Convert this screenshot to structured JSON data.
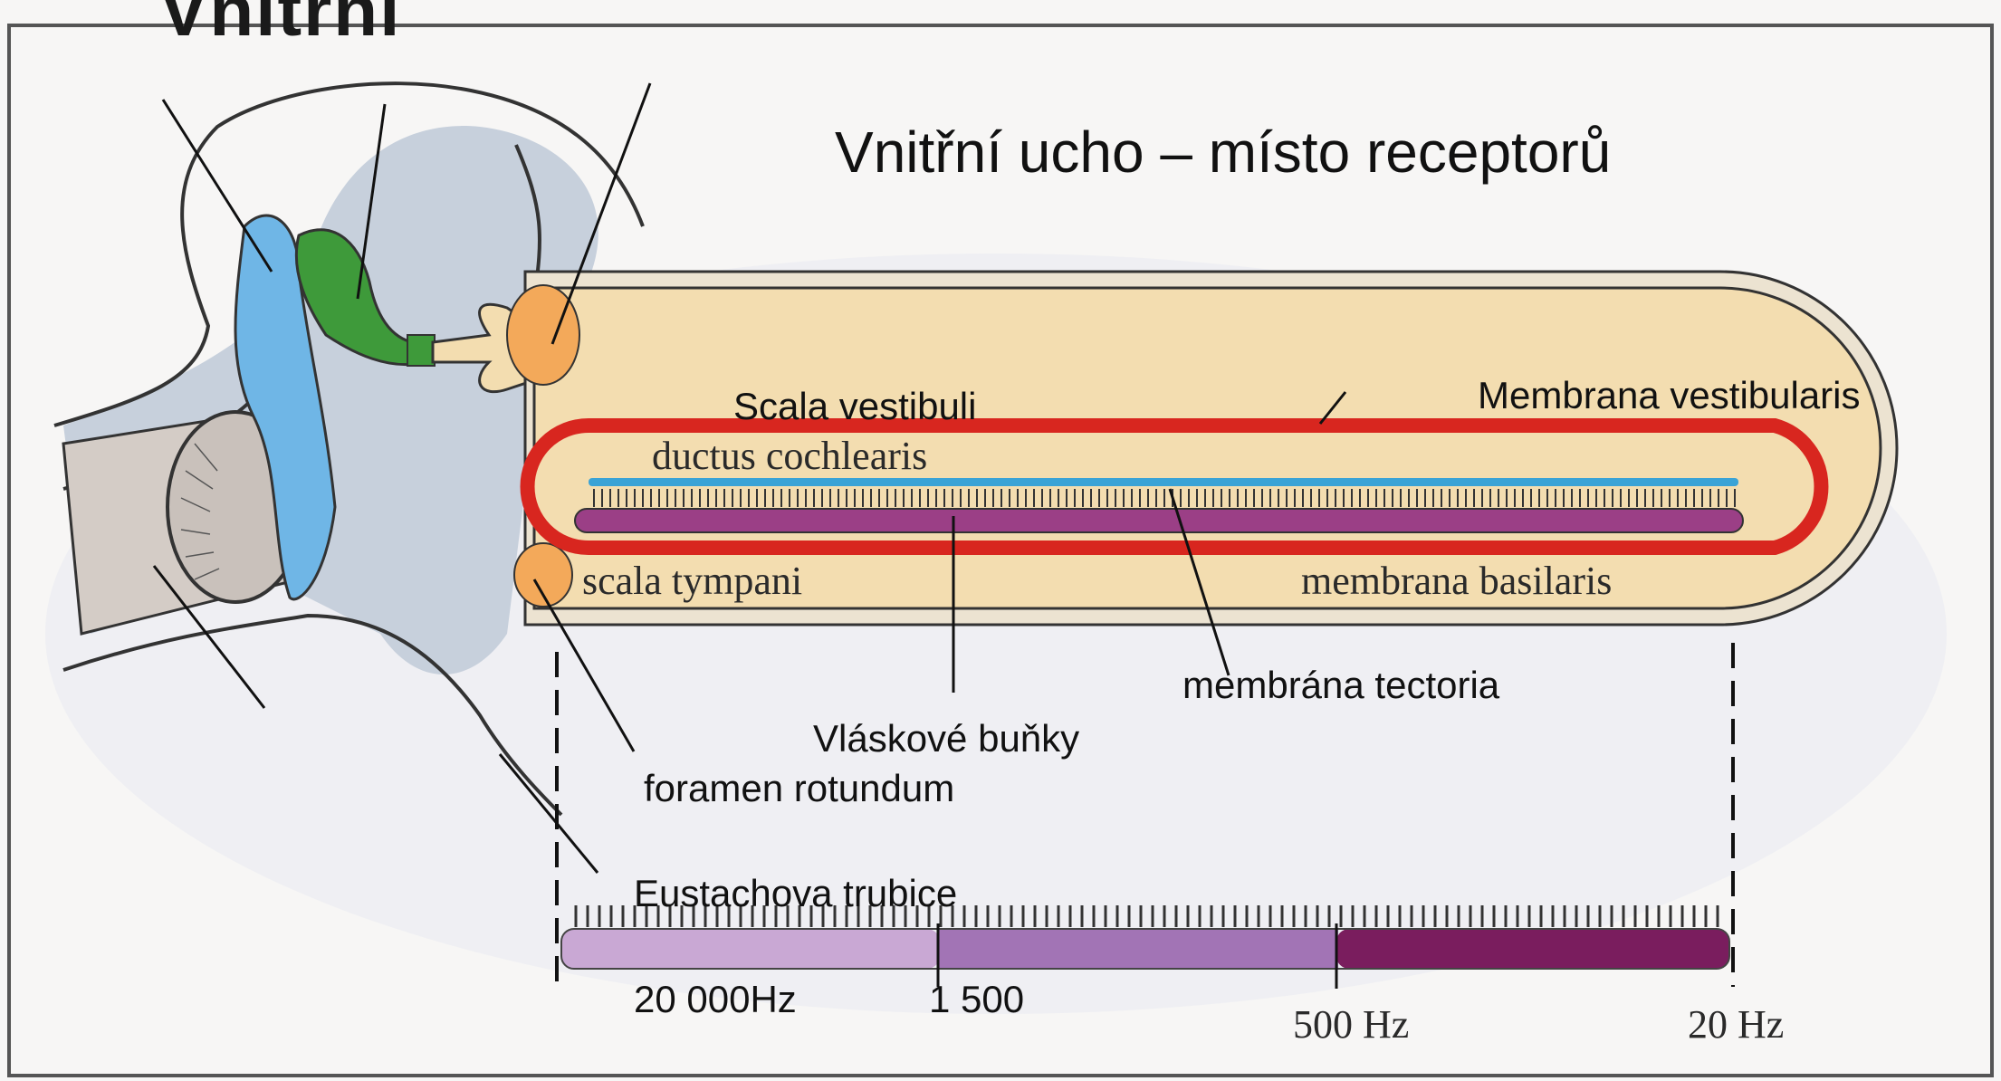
{
  "slide": {
    "top_heading": "Vnitřní",
    "title": "Vnitřní ucho – místo receptorů"
  },
  "labels": {
    "scala_vestibuli": "Scala vestibuli",
    "membrana_vestibularis": "Membrana vestibularis",
    "ductus_cochlearis": "ductus cochlearis",
    "scala_tympani": "scala tympani",
    "membrana_basilaris": "membrana basilaris",
    "membrana_tectoria": "membrána tectoria",
    "vlaskove_bunky": "Vláskové buňky",
    "foramen_rotundum": "foramen rotundum",
    "eustachova_trubice": "Eustachova trubice"
  },
  "frequency_scale": {
    "ticks": [
      "20 000Hz",
      "1 500",
      "500 Hz",
      "20 Hz"
    ],
    "colors": [
      "#c9a8d4",
      "#a274b5",
      "#7a1d5e"
    ]
  },
  "colors": {
    "frame": "#555555",
    "perilymph": "#f3ddb0",
    "duct_outline": "#d8261f",
    "tectorial": "#3aa3d6",
    "basilar": "#9b3f86",
    "ossicle": "#f3a95a",
    "tympanic_green": "#3e9a3a",
    "inner_blue": "#6fb6e6",
    "bone_gray": "#c7d0dc"
  }
}
